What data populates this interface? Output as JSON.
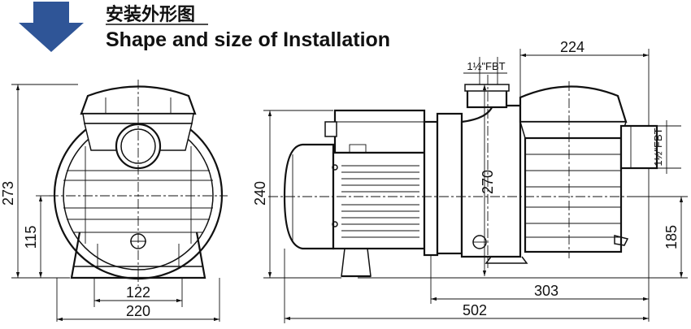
{
  "title": {
    "chinese": "安装外形图",
    "english": "Shape and size of Installation"
  },
  "colors": {
    "arrow": "#2f5597",
    "line": "#111111",
    "background": "#ffffff"
  },
  "icons": [
    "down-arrow-icon"
  ],
  "front_view": {
    "overall_height": "273",
    "center_height": "115",
    "base_inner_width": "122",
    "base_outer_width": "220"
  },
  "side_view": {
    "motor_height": "240",
    "inlet_height": "270",
    "outlet_height": "185",
    "inlet_size": "1½\"FBT",
    "outlet_size": "1½\"FBT",
    "strainer_length": "224",
    "base_length": "303",
    "overall_length": "502"
  }
}
